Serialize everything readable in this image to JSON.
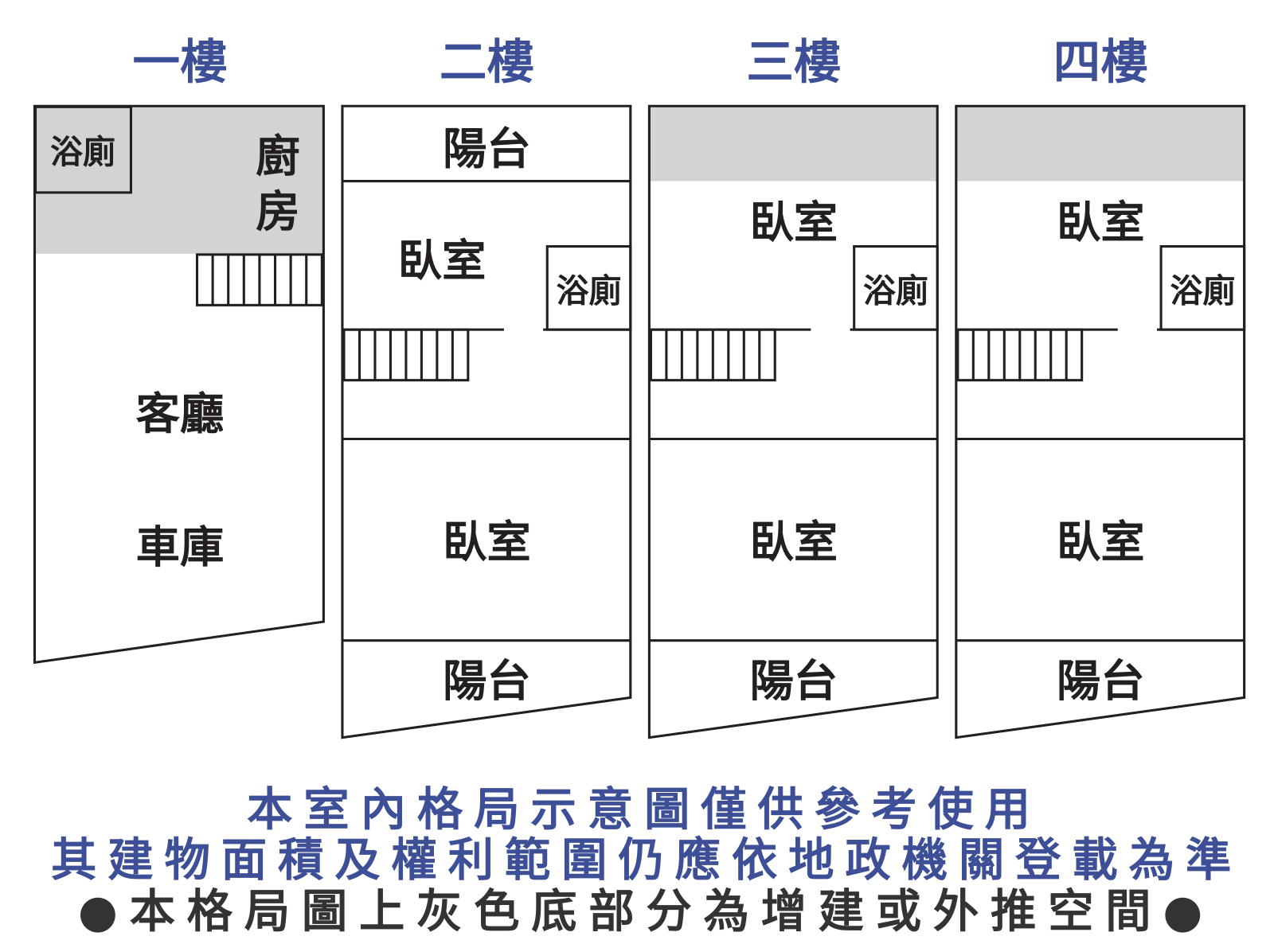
{
  "colors": {
    "title": "#3d4f96",
    "note_dark": "#333333",
    "extension_gray": "#d3d3d3"
  },
  "floor1": {
    "title": "一樓",
    "bathroom": "浴廁",
    "kitchen_1": "廚",
    "kitchen_2": "房",
    "living_room": "客廳",
    "garage": "車庫"
  },
  "floors": [
    {
      "title": "二樓",
      "front_balcony": "陽台",
      "bedroom_top": "臥室",
      "bathroom": "浴廁",
      "bedroom_bottom": "臥室",
      "back_balcony": "陽台"
    },
    {
      "title": "三樓",
      "bedroom_top": "臥室",
      "bathroom": "浴廁",
      "bedroom_bottom": "臥室",
      "back_balcony": "陽台"
    },
    {
      "title": "四樓",
      "bedroom_top": "臥室",
      "bathroom": "浴廁",
      "bedroom_bottom": "臥室",
      "back_balcony": "陽台"
    }
  ],
  "notes": {
    "line1": "本室內格局示意圖僅供參考使用",
    "line2": "其建物面積及權利範圍仍應依地政機關登載為準",
    "line3": "●本格局圖上灰色底部分為增建或外推空間●"
  }
}
